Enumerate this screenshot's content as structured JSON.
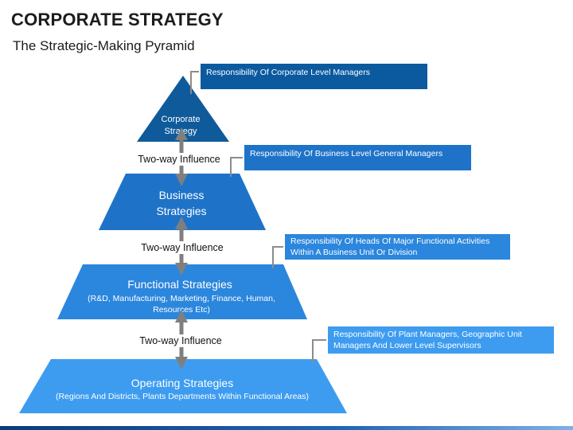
{
  "title": "CORPORATE STRATEGY",
  "subtitle": "The Strategic-Making Pyramid",
  "levels": [
    {
      "name_line1": "Corporate",
      "name_line2": "Strategy",
      "color": "#0f5a9a"
    },
    {
      "name_line1": "Business",
      "name_line2": "Strategies",
      "color": "#1e73c8"
    },
    {
      "name": "Functional Strategies",
      "detail_line1": "(R&D, Manufacturing, Marketing, Finance, Human,",
      "detail_line2": "Resources Etc)",
      "color": "#2b86dd"
    },
    {
      "name": "Operating Strategies",
      "detail_line1": "(Regions And Districts, Plants Departments Within Functional Areas)",
      "color": "#3d9cf0"
    }
  ],
  "influence_label": "Two-way Influence",
  "callouts": [
    {
      "text": "Responsibility Of Corporate Level Managers"
    },
    {
      "text": "Responsibility Of Business Level General Managers"
    },
    {
      "text": "Responsibility Of Heads Of Major Functional Activities Within A Business Unit Or Division"
    },
    {
      "text": "Responsibility Of Plant Managers, Geographic Unit Managers And Lower Level Supervisors"
    }
  ],
  "colors": {
    "arrow": "#7f7f7f",
    "connector": "#8c8c8c"
  },
  "icons": [
    "double-arrow-icon"
  ]
}
